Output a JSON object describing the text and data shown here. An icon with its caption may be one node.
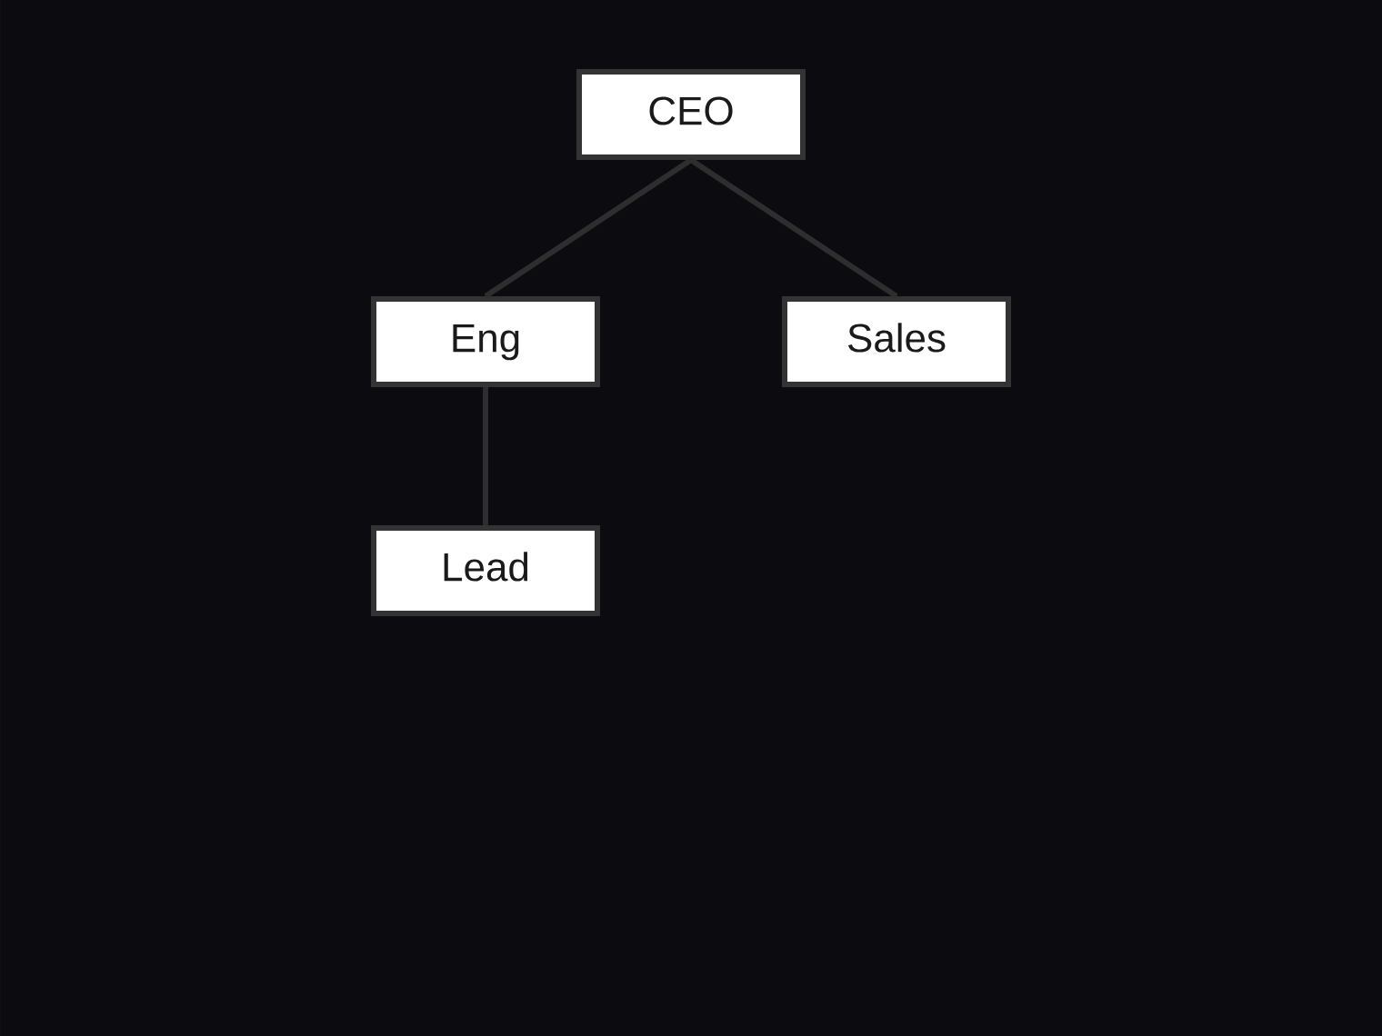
{
  "diagram": {
    "nodes": [
      {
        "text": [
          "CEO"
        ]
      },
      {
        "text": [
          "Eng"
        ]
      },
      {
        "text": [
          "Sales"
        ]
      },
      {
        "text": [
          "Lead"
        ]
      }
    ],
    "edges": [
      {
        "from": 0,
        "to": 1,
        "arrow": "none"
      },
      {
        "from": 0,
        "to": 2,
        "arrow": "none"
      },
      {
        "from": 1,
        "to": 3,
        "arrow": "none"
      }
    ]
  }
}
